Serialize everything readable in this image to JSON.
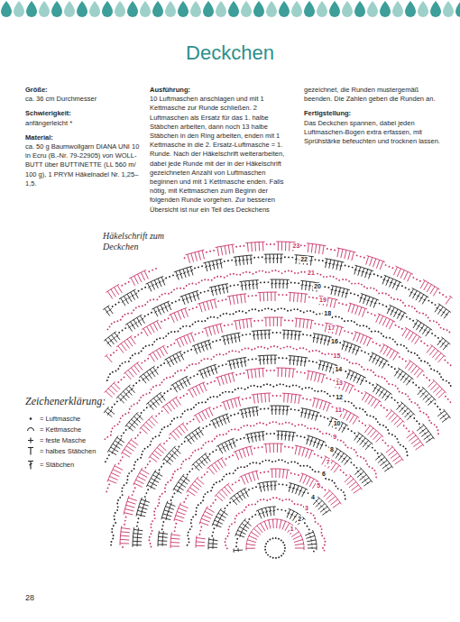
{
  "diagram": {
    "title": "Deckchen",
    "labels": [
      "Größe:",
      "ca. 36 cm Durchmesser",
      "Schwierigkeit:",
      "anfängerleicht *",
      "Material:",
      "ca. 50 g Baumwollgarn DIANA UNI 10 in Ecru (B.-Nr. 79-22905) von WOLL-BUTT über BUTTINETTE (LL 560 m/ 100 g), 1 PRYM Häkelnadel Nr. 1,25–1,5.",
      "Ausführung:",
      "10 Luftmaschen anschlagen und mit 1 Kettmasche zur Runde schließen. 2 Luftmaschen als Ersatz für das 1. halbe Stäbchen arbeiten, dann noch 13 halbe Stäbchen in den Ring arbeiten, enden mit 1 Kettmasche in die 2. Ersatz-Luftmasche = 1. Runde. Nach der Häkelschrift weiterarbeiten, dabei jede Runde mit der in der Häkelschrift gezeichneten Anzahl von Luftmaschen beginnen und mit 1 Kettmasche enden. Falls nötig, mit Kettmaschen zum Beginn der folgenden Runde vorgehen. Zur besseren Übersicht ist nur ein Teil des Deckchens gezeichnet, die Runden mustergemäß beenden. Die Zahlen geben die Runden an.",
      "Fertigstellung:",
      "Das Deckchen spannen, dabei jeden Luftmaschen-Bogen extra erfassen, mit Sprühstärke befeuchten und trocknen lassen.",
      "Häkelschrift zum Deckchen",
      "Zeichenerklärung:",
      "1",
      "2",
      "3",
      "4",
      "5",
      "6",
      "7",
      "8",
      "9",
      "10",
      "11",
      "12",
      "13",
      "14",
      "15",
      "16",
      "17",
      "18",
      "19",
      "20",
      "21",
      "22",
      "23",
      "28"
    ],
    "legend": [
      {
        "text": "= Luftmasche"
      },
      {
        "text": "= Kettmasche"
      },
      {
        "text": "= feste Masche"
      },
      {
        "text": "= halbes Stäbchen"
      },
      {
        "text": "= Stäbchen"
      }
    ]
  }
}
